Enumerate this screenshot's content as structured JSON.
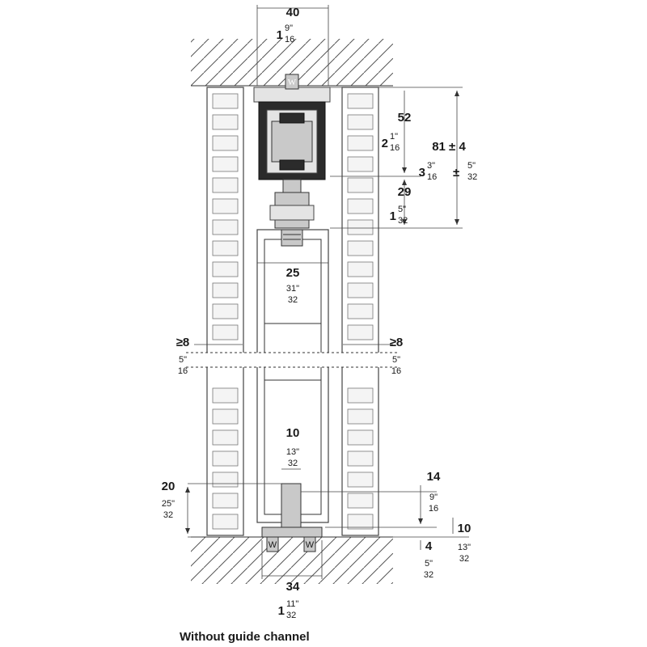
{
  "caption": "Without guide channel",
  "dimensions": {
    "top_width": {
      "mm": "40",
      "in_whole": "1",
      "in_num": "9\"",
      "in_den": "16"
    },
    "track_height": {
      "mm": "52",
      "in_whole": "2",
      "in_num": "1\"",
      "in_den": "16"
    },
    "total_height": {
      "mm": "81 ± 4",
      "in_whole": "3",
      "in_num": "3\"",
      "in_den": "16",
      "tol": "±",
      "tol_num": "5\"",
      "tol_den": "32"
    },
    "hanger_height": {
      "mm": "29",
      "in_whole": "1",
      "in_num": "5\"",
      "in_den": "32"
    },
    "guide_width": {
      "mm": "25",
      "in_num": "31\"",
      "in_den": "32"
    },
    "gap_left": {
      "mm": "≥8",
      "in_num": "5\"",
      "in_den": "16"
    },
    "gap_right": {
      "mm": "≥8",
      "in_num": "5\"",
      "in_den": "16"
    },
    "groove_width": {
      "mm": "10",
      "in_num": "13\"",
      "in_den": "32"
    },
    "groove_depth": {
      "mm": "20",
      "in_num": "25\"",
      "in_den": "32"
    },
    "guide_projection": {
      "mm": "14",
      "in_num": "9\"",
      "in_den": "16"
    },
    "floor_gap_10": {
      "mm": "10",
      "in_num": "13\"",
      "in_den": "32"
    },
    "floor_gap_4": {
      "mm": "4",
      "in_num": "5\"",
      "in_den": "32"
    },
    "floor_guide_width": {
      "mm": "34",
      "in_whole": "1",
      "in_num": "11\"",
      "in_den": "32"
    }
  },
  "screw_mark": "W"
}
